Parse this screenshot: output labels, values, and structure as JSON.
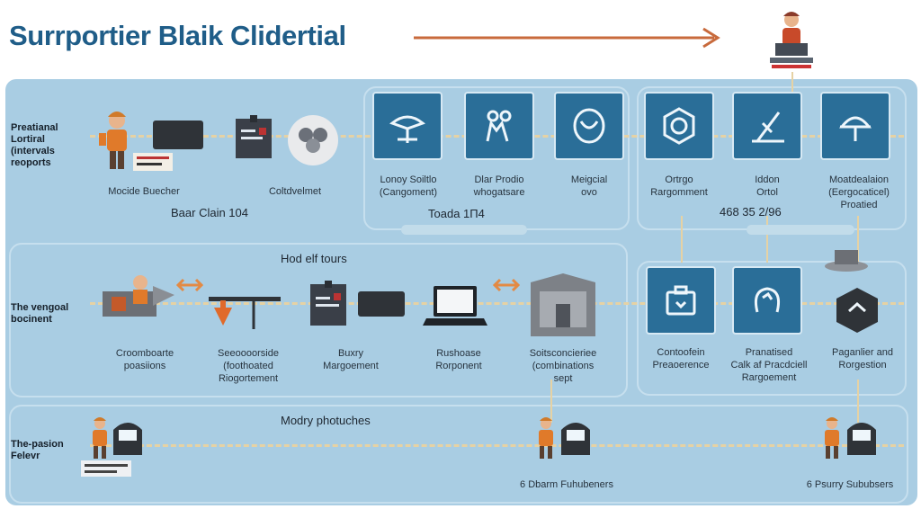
{
  "title": "Surrportier Blaik Clidertial",
  "row_labels": {
    "top": "Preatianal\nLortiral\n(intervals\nreoports",
    "middle": "The vengoal\nbocinent",
    "bottom": "The-pasion\nFelevr"
  },
  "section_titles": {
    "top_left": "Baar Clain 104",
    "top_center": "Toada 1Π4",
    "top_right": "468 35 2/96",
    "middle": "Hod elf tours",
    "bottom": "Modry photuches"
  },
  "top_row": {
    "person_label": "Mocide Buecher",
    "coin_label": "Coltdvelmet",
    "tiles": [
      {
        "label": "Lonoy Soiltlo\n(Cangoment)",
        "icon": "tent-icon"
      },
      {
        "label": "Dlar Prodio\nwhogatsare",
        "icon": "people-icon"
      },
      {
        "label": "Meigcial\novo",
        "icon": "shield-icon"
      },
      {
        "label": "Ortrgo\nRargomment",
        "icon": "hexagon-icon"
      },
      {
        "label": "Iddon\nOrtol",
        "icon": "crane-icon"
      },
      {
        "label": "Moatdealaion\n(Eergocaticel)\nProatied",
        "icon": "helmet-icon"
      }
    ]
  },
  "middle_row": {
    "items": [
      {
        "label": "Croomboarte\npoasiions",
        "icon": "worker-machine-icon"
      },
      {
        "label": "Seeoooorside\n(foothoated\nRiogortement",
        "icon": "down-arrow-icon"
      },
      {
        "label": "Buxry\nMargoement",
        "icon": "document-icon"
      },
      {
        "label": "Rushoase\nRorponent",
        "icon": "laptop-icon"
      },
      {
        "label": "Soitsconcieriee\n(combinations\nsept",
        "icon": "building-icon"
      }
    ],
    "tiles": [
      {
        "label": "Contoofein\nPreaoerence",
        "icon": "first-aid-kit-icon"
      },
      {
        "label": "Pranatised\nCalk af Pracdciell\nRargoement",
        "icon": "horseshoe-icon"
      },
      {
        "label": "Paganlier and\nRorgestion",
        "icon": "hexagon-shield-icon"
      }
    ]
  },
  "bottom_row": {
    "center_label": "6 Dbarm Fuhubeners",
    "right_label": "6 Psurry Sububsers"
  },
  "colors": {
    "title": "#1f5d88",
    "board": "#a9cde3",
    "tile": "#2a6e98",
    "arrow": "#c86a3c"
  }
}
